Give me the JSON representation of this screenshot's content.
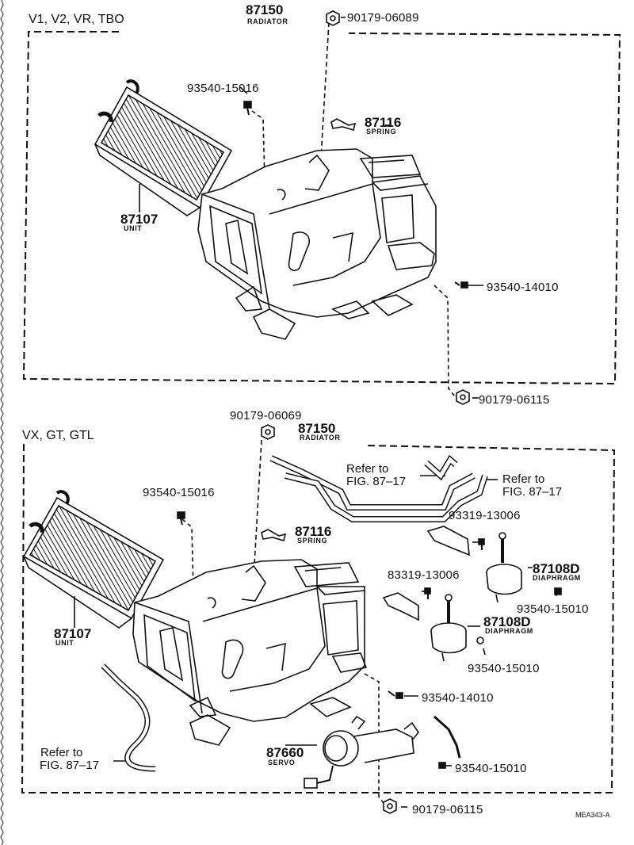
{
  "top": {
    "variant": "V1, V2, VR, TBO",
    "radiator_no": "87150",
    "radiator_label": "RADIATOR",
    "nut_top": "90179-06089",
    "bolt_left": "93540-15016",
    "spring_no": "87116",
    "spring_label": "SPRING",
    "unit_no": "87107",
    "unit_label": "UNIT",
    "bolt_right": "93540-14010",
    "nut_bottom": "90179-06115"
  },
  "bottom": {
    "variant": "VX, GT, GTL",
    "nut_top": "90179-06069",
    "radiator_no": "87150",
    "radiator_label": "RADIATOR",
    "refer1_a": "Refer to",
    "refer1_b": "FIG. 87–17",
    "refer2_a": "Refer to",
    "refer2_b": "FIG. 87–17",
    "bolt_left": "93540-15016",
    "screw_upper": "93319-13006",
    "spring_no": "87116",
    "spring_label": "SPRING",
    "screw_lower": "83319-13006",
    "diaphragm1_no": "87108D",
    "diaphragm1_label": "DIAPHRAGM",
    "bolt_d1": "93540-15010",
    "diaphragm2_no": "87108D",
    "diaphragm2_label": "DIAPHRAGM",
    "bolt_d2": "93540-15010",
    "unit_no": "87107",
    "unit_label": "UNIT",
    "bolt_mid": "93540-14010",
    "refer3_a": "Refer to",
    "refer3_b": "FIG. 87–17",
    "servo_no": "87660",
    "servo_label": "SERVO",
    "bolt_servo": "93540-15010",
    "nut_bottom": "90179-06115",
    "code": "MEA343-A"
  }
}
